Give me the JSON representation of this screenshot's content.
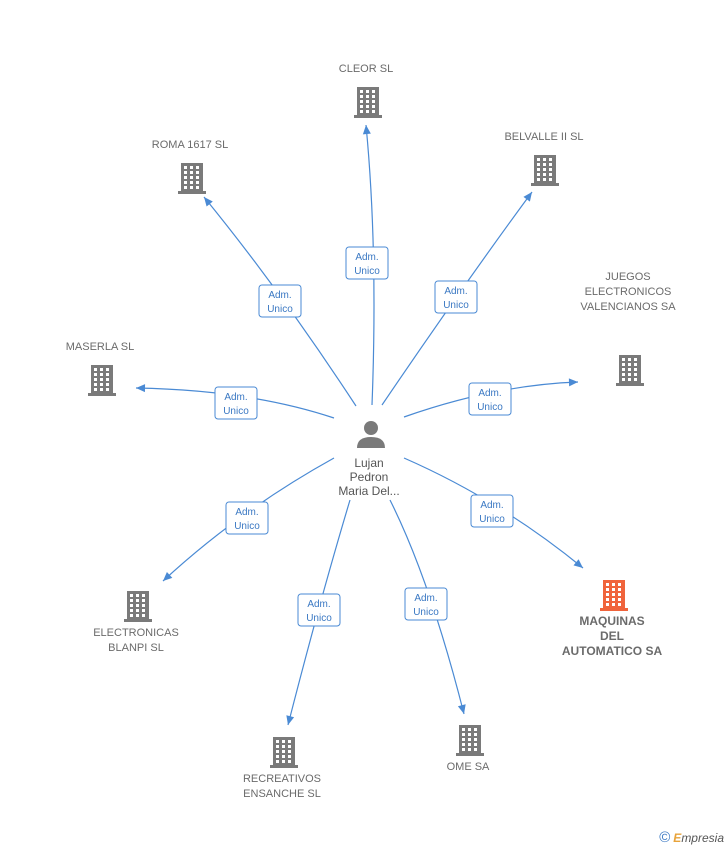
{
  "center": {
    "name_lines": [
      "Lujan",
      "Pedron",
      "Maria Del..."
    ]
  },
  "relation": {
    "line1": "Adm.",
    "line2": "Unico"
  },
  "companies": [
    {
      "id": "cleor",
      "lines": [
        "CLEOR SL"
      ],
      "highlight": false
    },
    {
      "id": "belvalle",
      "lines": [
        "BELVALLE II SL"
      ],
      "highlight": false
    },
    {
      "id": "juegos",
      "lines": [
        "JUEGOS",
        "ELECTRONICOS",
        "VALENCIANOS SA"
      ],
      "highlight": false
    },
    {
      "id": "maquinas",
      "lines": [
        "MAQUINAS",
        "DEL",
        "AUTOMATICO SA"
      ],
      "highlight": true
    },
    {
      "id": "ome",
      "lines": [
        "OME SA"
      ],
      "highlight": false
    },
    {
      "id": "recreativos",
      "lines": [
        "RECREATIVOS",
        "ENSANCHE SL"
      ],
      "highlight": false
    },
    {
      "id": "electronicas",
      "lines": [
        "ELECTRONICAS",
        "BLANPI SL"
      ],
      "highlight": false
    },
    {
      "id": "maserla",
      "lines": [
        "MASERLA SL"
      ],
      "highlight": false
    },
    {
      "id": "roma",
      "lines": [
        "ROMA 1617 SL"
      ],
      "highlight": false
    }
  ],
  "colors": {
    "edge": "#4a8ad4",
    "building": "#7a7a7a",
    "building_highlight": "#f0643c",
    "person": "#7a7a7a"
  },
  "footer": {
    "copyright": "©",
    "brand_initial": "E",
    "brand_rest": "mpresia"
  }
}
